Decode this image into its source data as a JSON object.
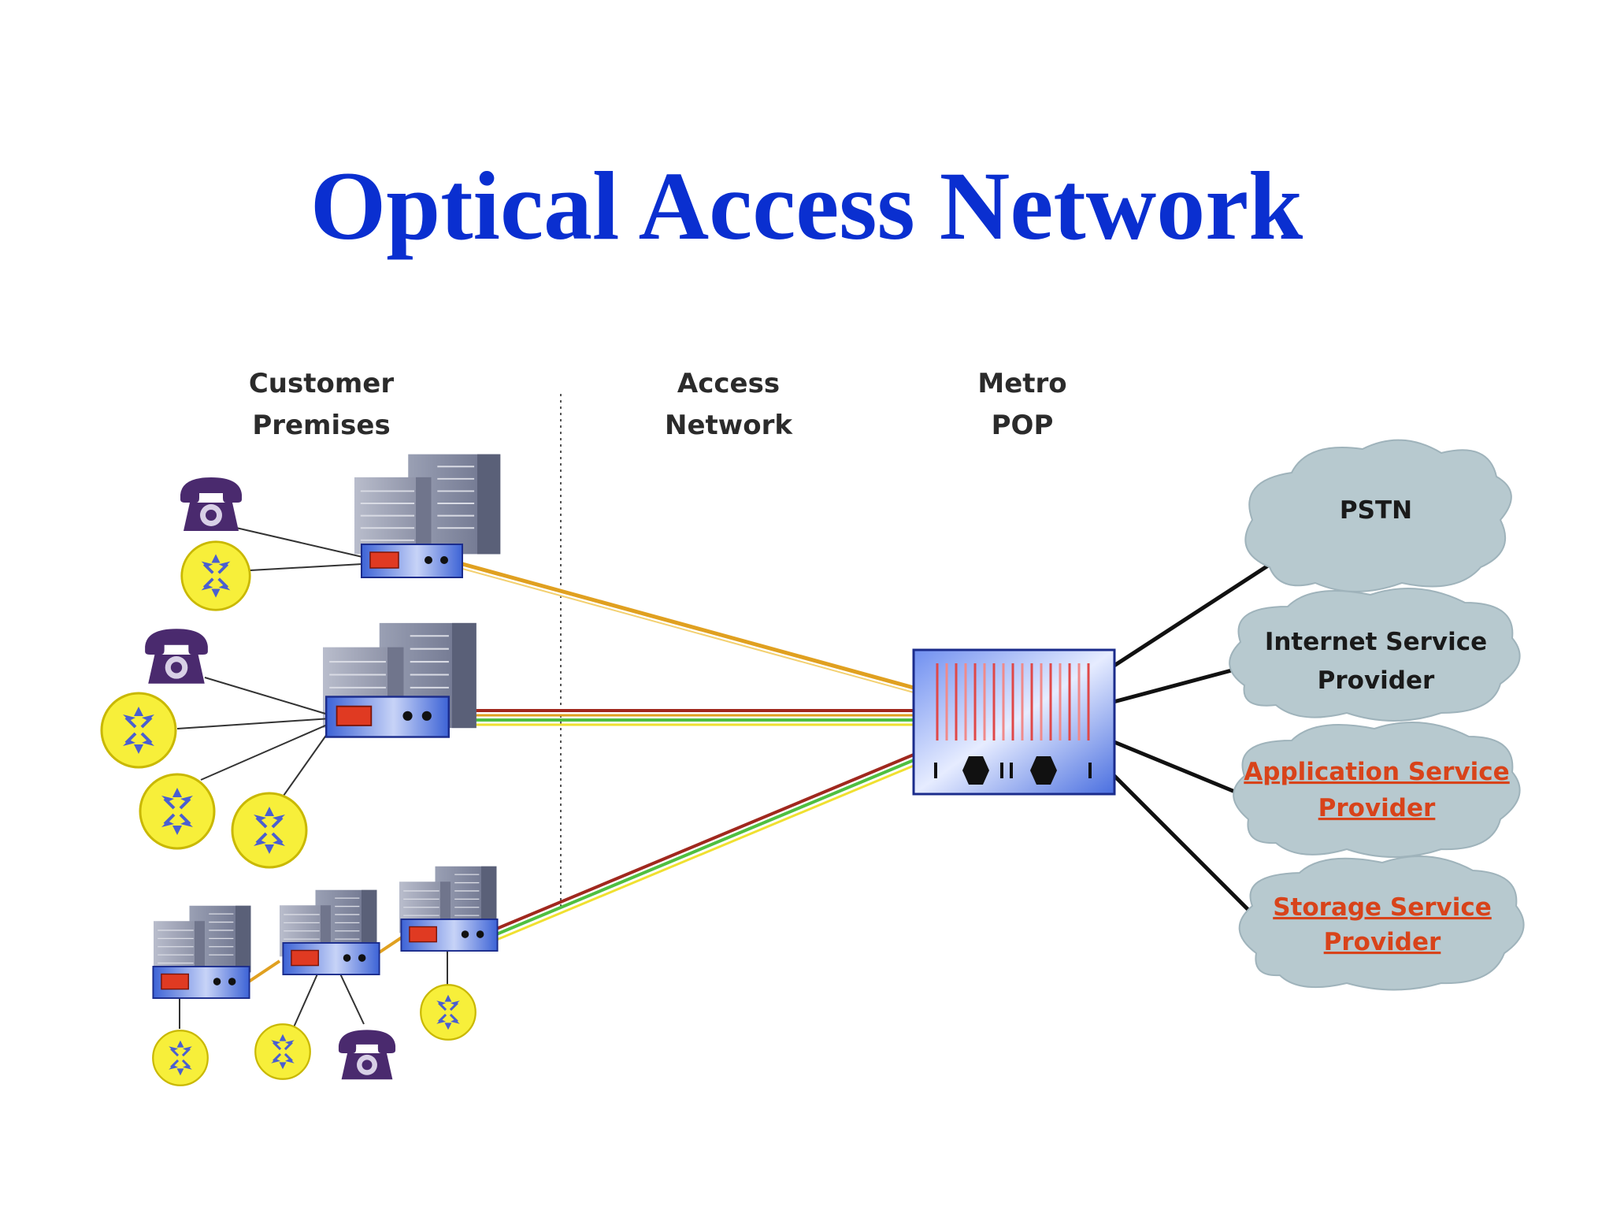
{
  "title": "Optical Access Network",
  "zones": {
    "customer_premises": [
      "Customer",
      "Premises"
    ],
    "access_network": [
      "Access",
      "Network"
    ],
    "metro_pop": [
      "Metro",
      "POP"
    ]
  },
  "clouds": [
    {
      "lines": [
        "PSTN"
      ],
      "style": "plain"
    },
    {
      "lines": [
        "Internet Service",
        "Provider"
      ],
      "style": "plain"
    },
    {
      "lines": [
        "Application Service",
        "Provider"
      ],
      "style": "link"
    },
    {
      "lines": [
        "Storage Service",
        "Provider"
      ],
      "style": "link"
    }
  ],
  "colors": {
    "title": "#0a2fd0",
    "link_text": "#d8431a",
    "cloud_fill": "#b7c9cf",
    "device_fill": "#5a7fe0",
    "fiber_orange": "#e0a020",
    "fiber_red": "#a0281e",
    "fiber_green": "#4fbf40",
    "fiber_yellow": "#f0e030"
  }
}
